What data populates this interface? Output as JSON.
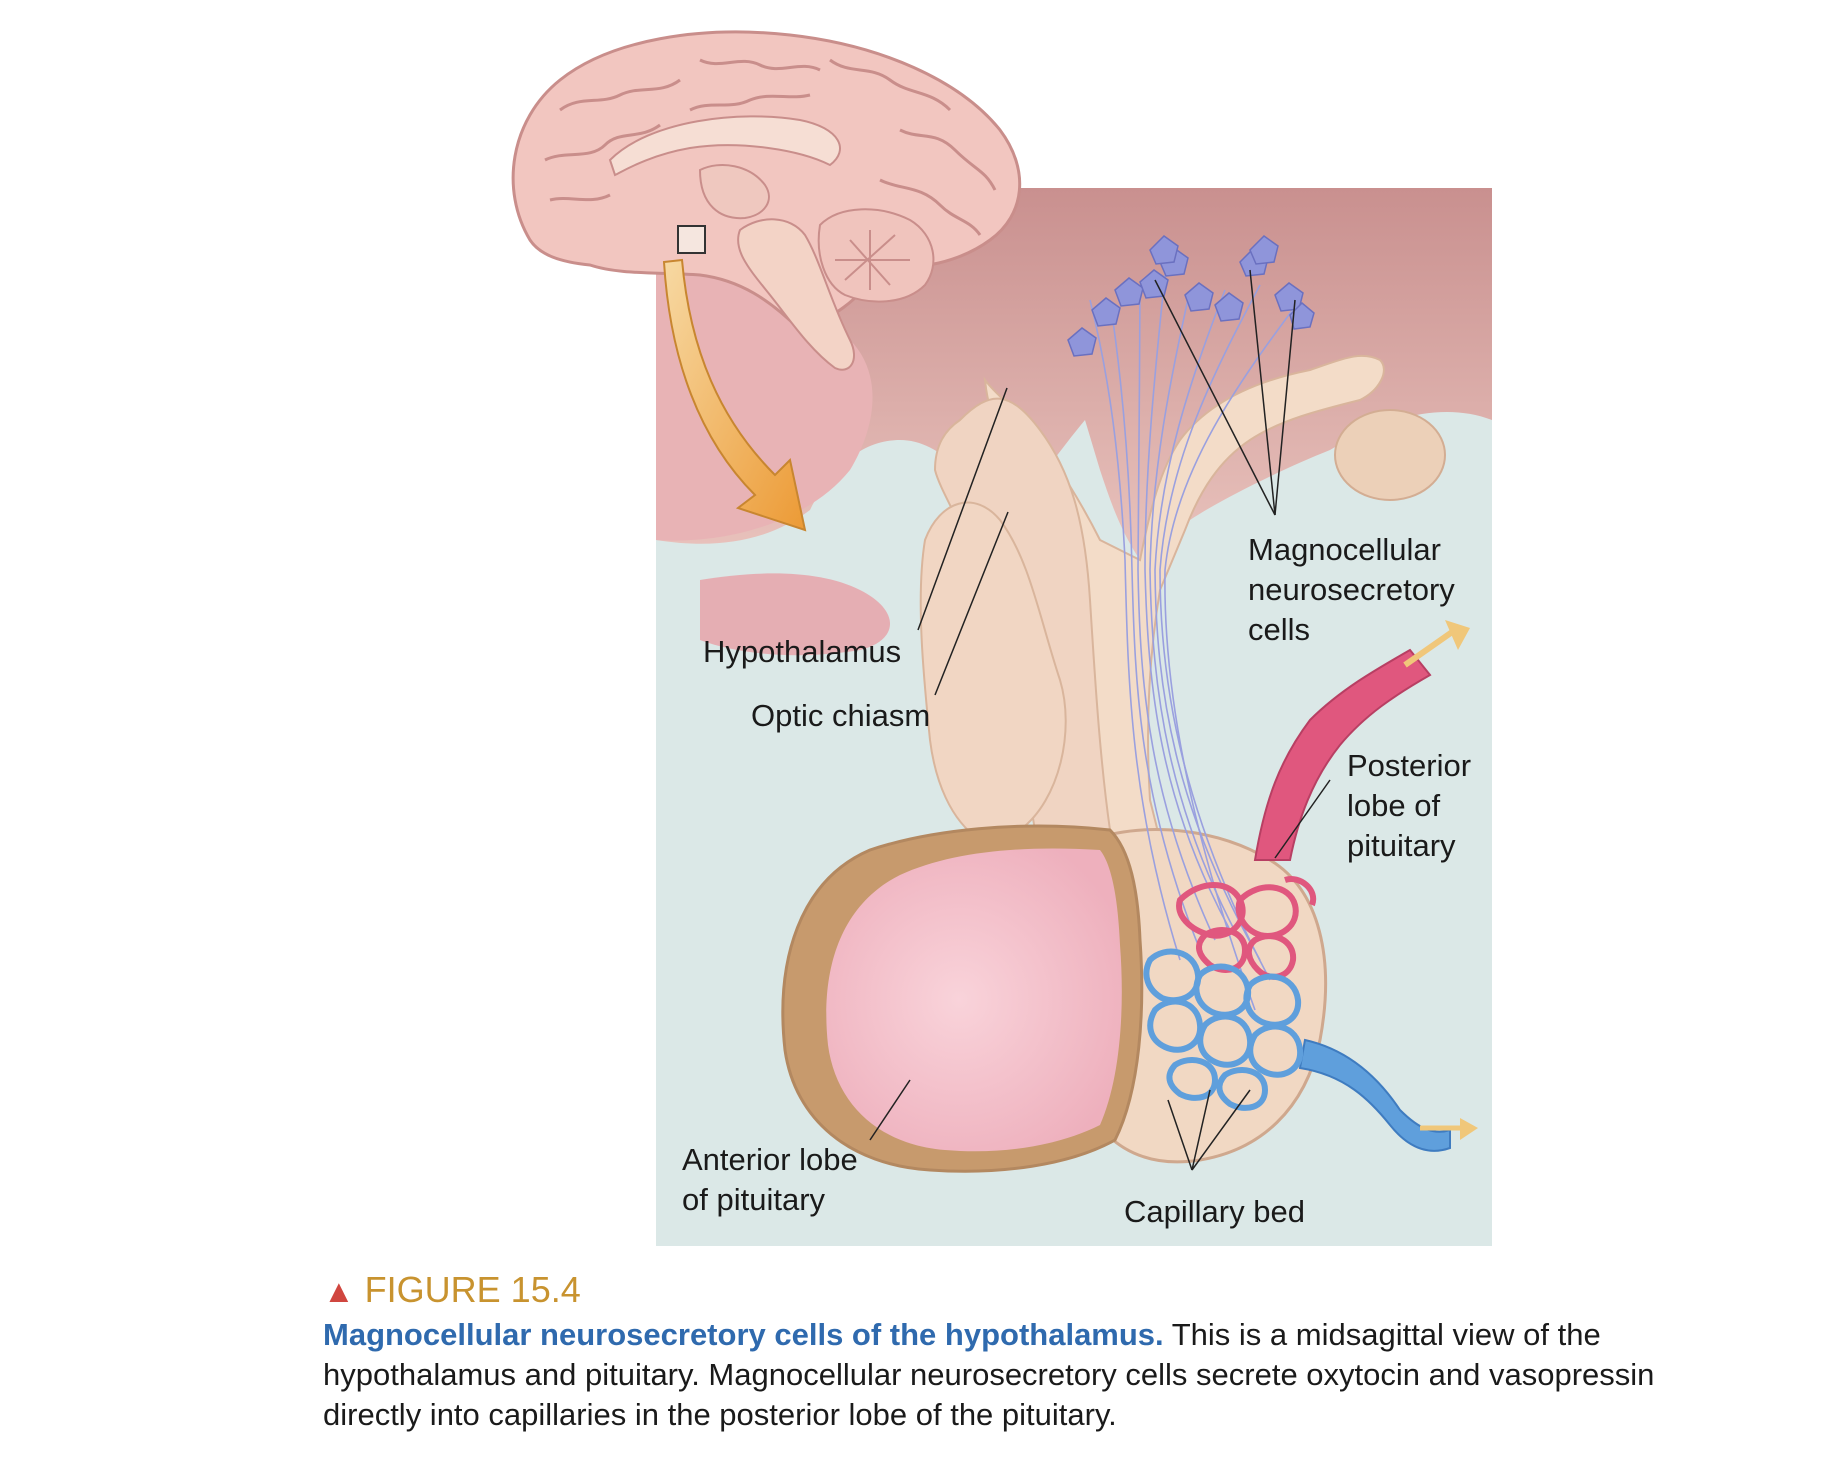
{
  "labels": {
    "hypothalamus": "Hypothalamus",
    "optic_chiasm": "Optic chiasm",
    "magnocellular": [
      "Magnocellular",
      "neurosecretory",
      "cells"
    ],
    "posterior": [
      "Posterior",
      "lobe of",
      "pituitary"
    ],
    "anterior": [
      "Anterior lobe",
      "of pituitary"
    ],
    "capillary": "Capillary bed"
  },
  "caption": {
    "number": "FIGURE 15.4",
    "title": "Magnocellular neurosecretory cells of the hypothalamus.",
    "body": " This is a midsagittal view of the hypothalamus and pituitary. Magnocellular neurosecretory cells secrete oxytocin and vasopressin directly into capillaries in the posterior lobe of the pituitary."
  },
  "colors": {
    "panel_background": "#dbe8e7",
    "tissue": "#f0d8c4",
    "brain": "#f2c6c0",
    "anterior_lobe": "#f5c3cc",
    "neurons": "#8f95da",
    "arteries": "#e0577e",
    "veins": "#5f9fdc",
    "arrow": "#f0a63c",
    "figure_number": "#c8932f",
    "caption_title": "#2f6aae",
    "triangle": "#d0463f"
  }
}
